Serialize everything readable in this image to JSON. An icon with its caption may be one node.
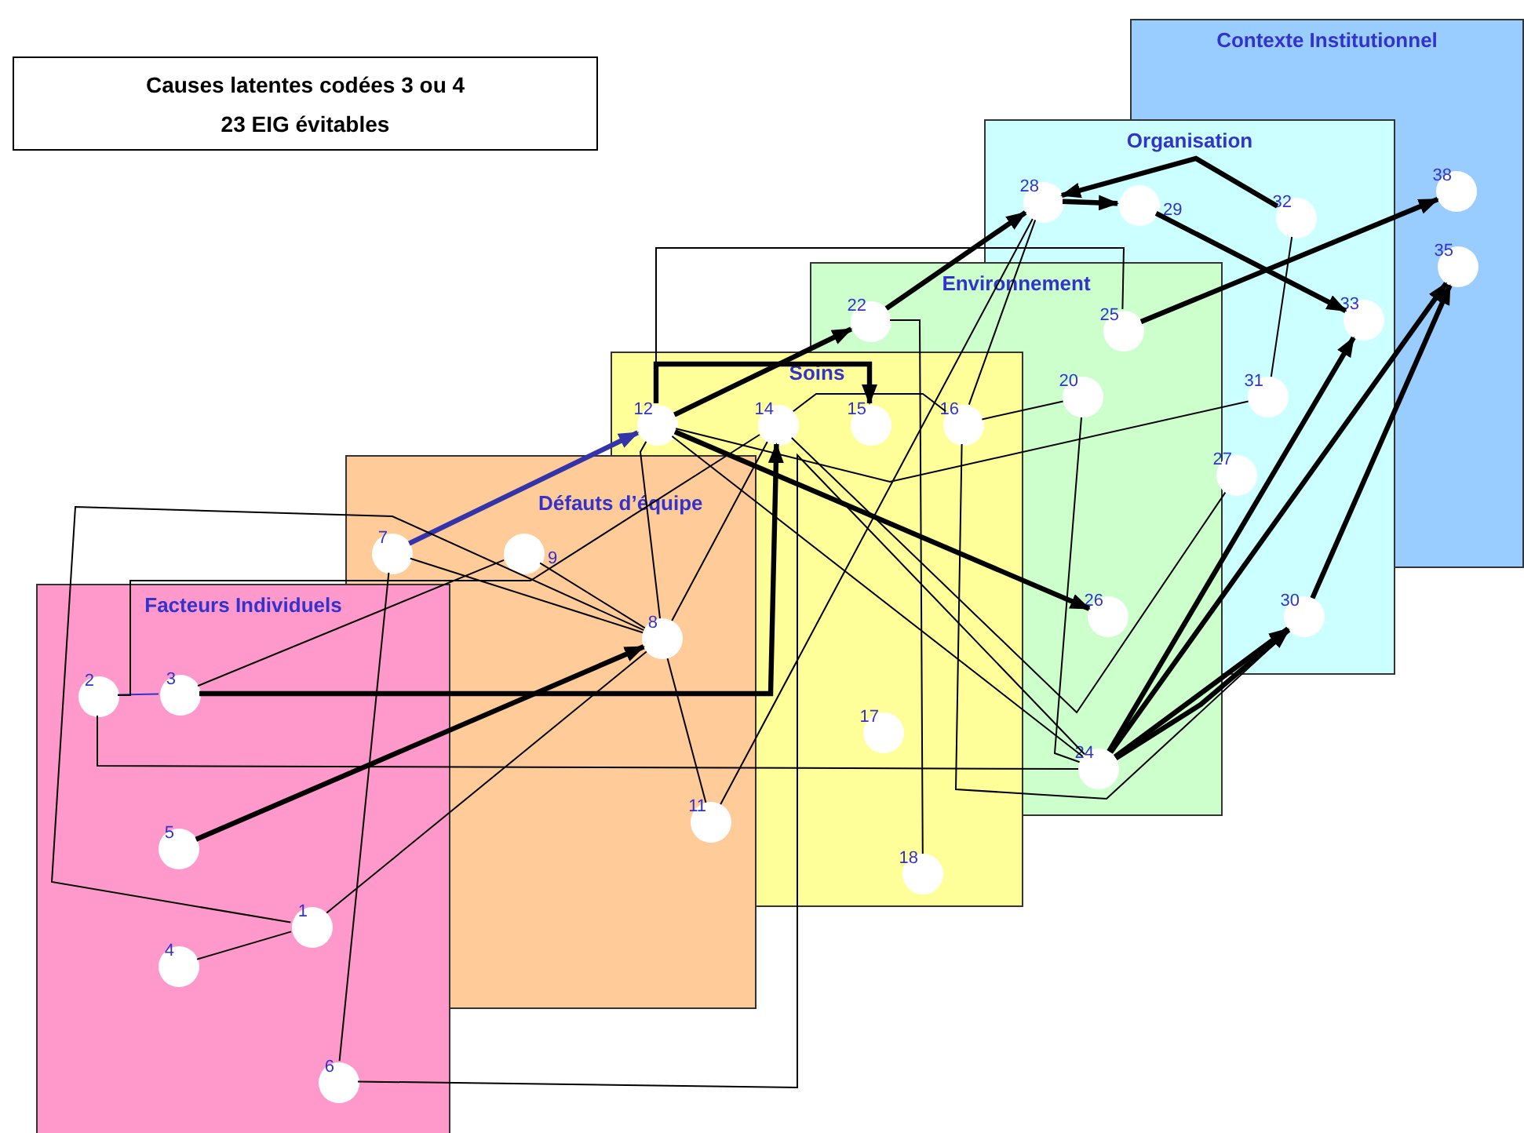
{
  "diagram": {
    "nodes": [
      {
        "text": [
          "Causes latentes codées 3 ou 4",
          "23 EIG évitables"
        ]
      },
      {
        "text": [
          "Contexte Institutionnel"
        ]
      },
      {
        "text": [
          "Organisation"
        ]
      },
      {
        "text": [
          "Environnement"
        ]
      },
      {
        "text": [
          "Soins"
        ]
      },
      {
        "text": [
          "Défauts d’équipe"
        ]
      },
      {
        "text": [
          "Facteurs Individuels"
        ]
      },
      {
        "text": [
          "1"
        ],
        "in": 6
      },
      {
        "text": [
          "2"
        ],
        "in": 6
      },
      {
        "text": [
          "3"
        ],
        "in": 6
      },
      {
        "text": [
          "4"
        ],
        "in": 6
      },
      {
        "text": [
          "5"
        ],
        "in": 6
      },
      {
        "text": [
          "6"
        ],
        "in": 6
      },
      {
        "text": [
          "7"
        ],
        "in": 5
      },
      {
        "text": [
          "8"
        ]
      },
      {
        "text": [
          "9"
        ],
        "in": 5
      },
      {
        "text": [
          "11"
        ]
      },
      {
        "text": [
          "12"
        ],
        "in": 4
      },
      {
        "text": [
          "14"
        ],
        "in": 4
      },
      {
        "text": [
          "15"
        ],
        "in": 4
      },
      {
        "text": [
          "16"
        ],
        "in": 4
      },
      {
        "text": [
          "17"
        ]
      },
      {
        "text": [
          "18"
        ]
      },
      {
        "text": [
          "20"
        ]
      },
      {
        "text": [
          "22"
        ],
        "in": 3
      },
      {
        "text": [
          "24"
        ]
      },
      {
        "text": [
          "25"
        ],
        "in": 3
      },
      {
        "text": [
          "26"
        ]
      },
      {
        "text": [
          "27"
        ]
      },
      {
        "text": [
          "28"
        ],
        "in": 2
      },
      {
        "text": [
          "29"
        ],
        "in": 2
      },
      {
        "text": [
          "30"
        ]
      },
      {
        "text": [
          "31"
        ]
      },
      {
        "text": [
          "32"
        ],
        "in": 2
      },
      {
        "text": [
          "33"
        ]
      },
      {
        "text": [
          "35"
        ]
      },
      {
        "text": [
          "38"
        ]
      }
    ],
    "edges": [
      {
        "from": 11,
        "to": 14,
        "arrow": "to",
        "style": "thick"
      },
      {
        "from": 13,
        "to": 17,
        "arrow": "to",
        "style": "thick",
        "color": "#3333aa"
      },
      {
        "from": 17,
        "to": 24,
        "arrow": "to",
        "style": "thick"
      },
      {
        "from": 17,
        "to": 27,
        "arrow": "to",
        "style": "thick"
      },
      {
        "from": 9,
        "to": 18,
        "arrow": "to",
        "style": "thick"
      },
      {
        "from": 17,
        "to": 19,
        "arrow": "to",
        "style": "thick"
      },
      {
        "from": 24,
        "to": 29,
        "arrow": "to",
        "style": "thick"
      },
      {
        "from": 29,
        "to": 30,
        "arrow": "to",
        "style": "thick"
      },
      {
        "from": 33,
        "to": 29,
        "arrow": "to",
        "style": "thick"
      },
      {
        "from": 30,
        "to": 34,
        "arrow": "to",
        "style": "thick"
      },
      {
        "from": 26,
        "to": 36,
        "arrow": "to",
        "style": "thick"
      },
      {
        "from": 25,
        "to": 34,
        "arrow": "to",
        "style": "thick"
      },
      {
        "from": 25,
        "to": 35,
        "arrow": "to",
        "style": "thick"
      },
      {
        "from": 25,
        "to": 31,
        "arrow": "to",
        "style": "thick"
      },
      {
        "from": 25,
        "to": 31,
        "arrow": "to",
        "style": "thick"
      },
      {
        "from": 31,
        "to": 35,
        "arrow": "to",
        "style": "thick"
      },
      {
        "from": 8,
        "to": 9,
        "arrow": "none",
        "color": "#3333cc"
      },
      {
        "from": 9,
        "to": 15,
        "arrow": "none"
      },
      {
        "from": 8,
        "to": 18,
        "arrow": "none"
      },
      {
        "from": 8,
        "to": 25,
        "arrow": "none"
      },
      {
        "from": 7,
        "to": 14,
        "arrow": "none"
      },
      {
        "from": 10,
        "to": 7,
        "arrow": "none"
      },
      {
        "from": 7,
        "to": 14,
        "arrow": "none"
      },
      {
        "from": 12,
        "to": 13,
        "arrow": "none"
      },
      {
        "from": 12,
        "to": 25,
        "arrow": "none"
      },
      {
        "from": 13,
        "to": 14,
        "arrow": "none"
      },
      {
        "from": 15,
        "to": 14,
        "arrow": "none"
      },
      {
        "from": 14,
        "to": 17,
        "arrow": "none"
      },
      {
        "from": 14,
        "to": 18,
        "arrow": "none"
      },
      {
        "from": 14,
        "to": 16,
        "arrow": "none"
      },
      {
        "from": 16,
        "to": 29,
        "arrow": "none"
      },
      {
        "from": 20,
        "to": 29,
        "arrow": "none"
      },
      {
        "from": 17,
        "to": 25,
        "arrow": "none"
      },
      {
        "from": 18,
        "to": 28,
        "arrow": "none"
      },
      {
        "from": 20,
        "to": 31,
        "arrow": "none"
      },
      {
        "from": 20,
        "to": 23,
        "arrow": "none"
      },
      {
        "from": 23,
        "to": 25,
        "arrow": "none"
      },
      {
        "from": 17,
        "to": 32,
        "arrow": "none"
      },
      {
        "from": 32,
        "to": 33,
        "arrow": "none"
      },
      {
        "from": 24,
        "to": 22,
        "arrow": "none"
      },
      {
        "from": 17,
        "to": 26,
        "arrow": "none"
      },
      {
        "from": 18,
        "to": 20,
        "arrow": "none"
      }
    ]
  }
}
